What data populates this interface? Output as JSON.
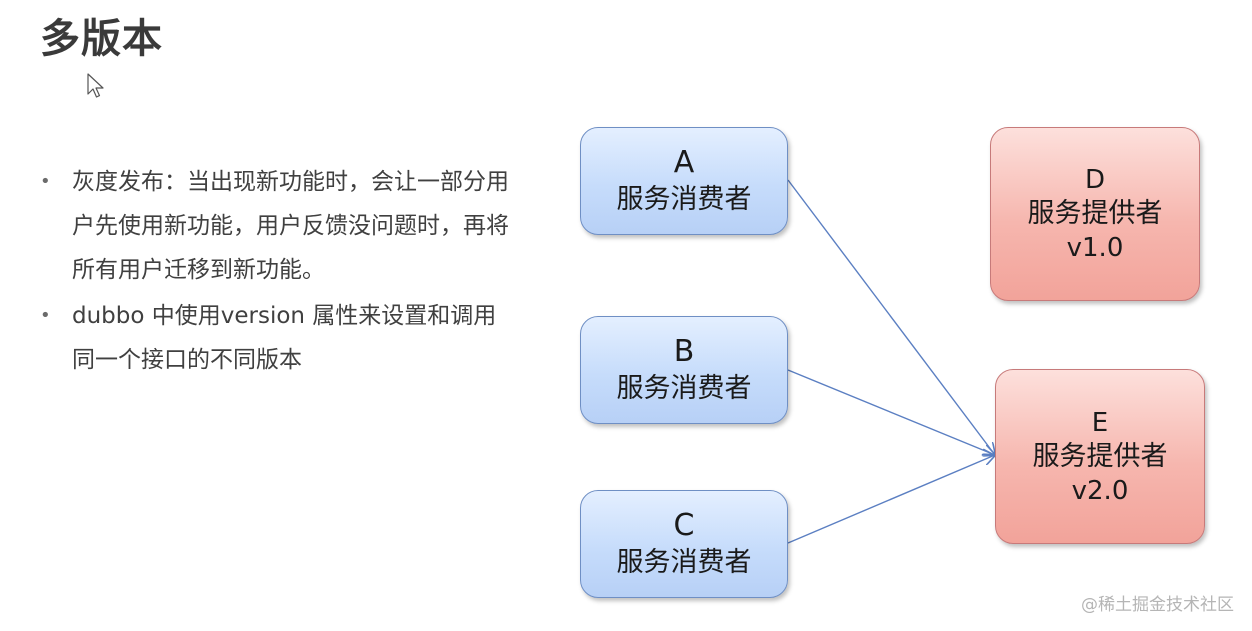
{
  "title": "多版本",
  "bullets": [
    "灰度发布：当出现新功能时，会让一部分用户先使用新功能，用户反馈没问题时，再将所有用户迁移到新功能。",
    "dubbo 中使用version 属性来设置和调用同一个接口的不同版本"
  ],
  "bullet_marker": "•",
  "consumers": [
    {
      "letter": "A",
      "role": "服务消费者"
    },
    {
      "letter": "B",
      "role": "服务消费者"
    },
    {
      "letter": "C",
      "role": "服务消费者"
    }
  ],
  "providers": [
    {
      "letter": "D",
      "role": "服务提供者",
      "version": "v1.0"
    },
    {
      "letter": "E",
      "role": "服务提供者",
      "version": "v2.0"
    }
  ],
  "connections": [
    {
      "from": "A",
      "to": "E"
    },
    {
      "from": "B",
      "to": "E"
    },
    {
      "from": "C",
      "to": "E"
    }
  ],
  "colors": {
    "consumer_fill": "#c6dcfb",
    "consumer_border": "#6f8fc4",
    "provider_fill": "#f6b6ae",
    "provider_border": "#c77a7a",
    "arrow": "#5b7fc2"
  },
  "watermark": "@稀土掘金技术社区"
}
